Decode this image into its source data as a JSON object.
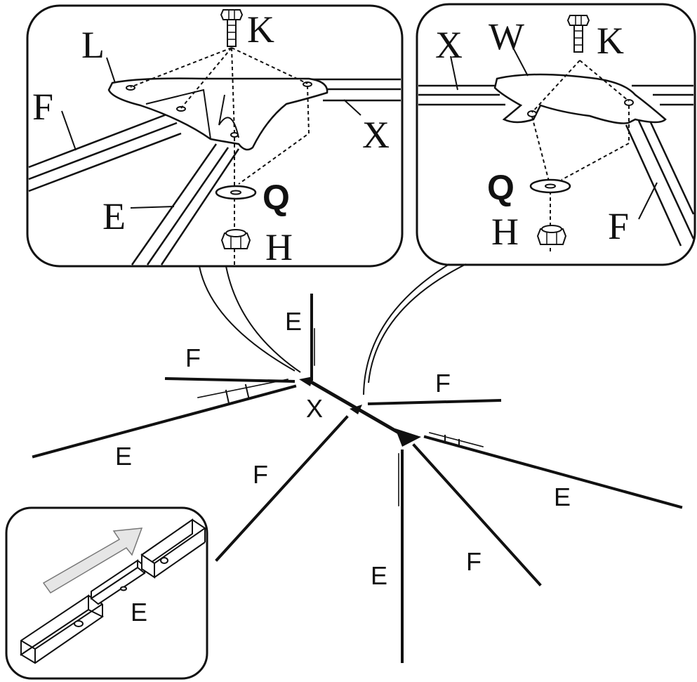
{
  "colors": {
    "ink": "#111111",
    "paper": "#ffffff",
    "arrow_fill": "#e6e6e6",
    "arrow_stroke": "#777777"
  },
  "detail_left": {
    "label_L": "L",
    "label_K": "K",
    "label_F": "F",
    "label_X": "X",
    "label_E": "E",
    "label_Q": "Q",
    "label_H": "H"
  },
  "detail_right": {
    "label_X": "X",
    "label_W": "W",
    "label_K": "K",
    "label_Q": "Q",
    "label_H": "H",
    "label_F": "F"
  },
  "main": {
    "label_E_top": "E",
    "label_F_upper_left": "F",
    "label_X": "X",
    "label_E_left": "E",
    "label_F_upper_right": "F",
    "label_F_mid_left": "F",
    "label_E_right": "E",
    "label_E_bottom": "E",
    "label_F_lower_right": "F"
  },
  "inset": {
    "label_E": "E"
  }
}
